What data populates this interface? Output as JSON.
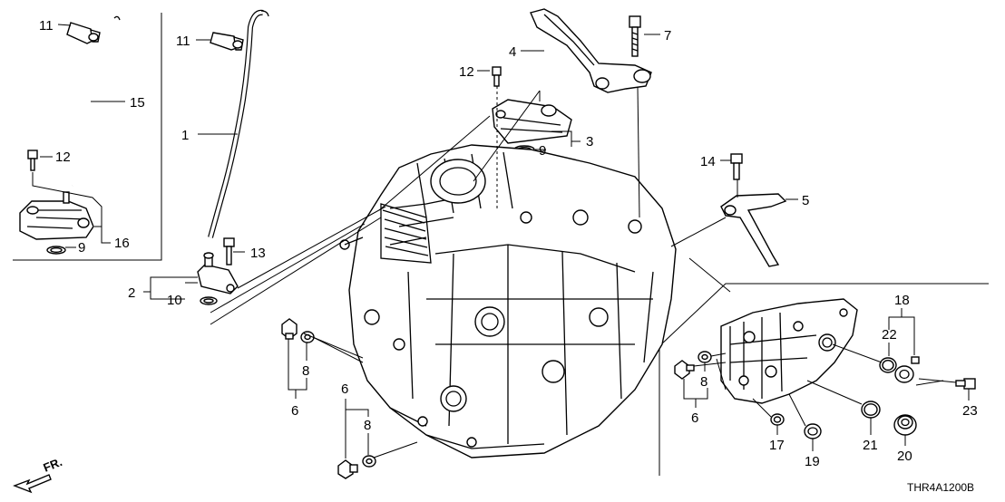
{
  "diagram": {
    "code": "THR4A1200B",
    "front_arrow_label": "FR.",
    "callouts": {
      "c1": "1",
      "c2": "2",
      "c3": "3",
      "c4": "4",
      "c5": "5",
      "c6a": "6",
      "c6b": "6",
      "c6c": "6",
      "c7": "7",
      "c8a": "8",
      "c8b": "8",
      "c8c": "8",
      "c9a": "9",
      "c9b": "9",
      "c10": "10",
      "c11a": "11",
      "c11b": "11",
      "c12a": "12",
      "c12b": "12",
      "c13": "13",
      "c14": "14",
      "c15": "15",
      "c16": "16",
      "c17": "17",
      "c18": "18",
      "c19": "19",
      "c20": "20",
      "c21": "21",
      "c22": "22",
      "c23": "23"
    }
  }
}
